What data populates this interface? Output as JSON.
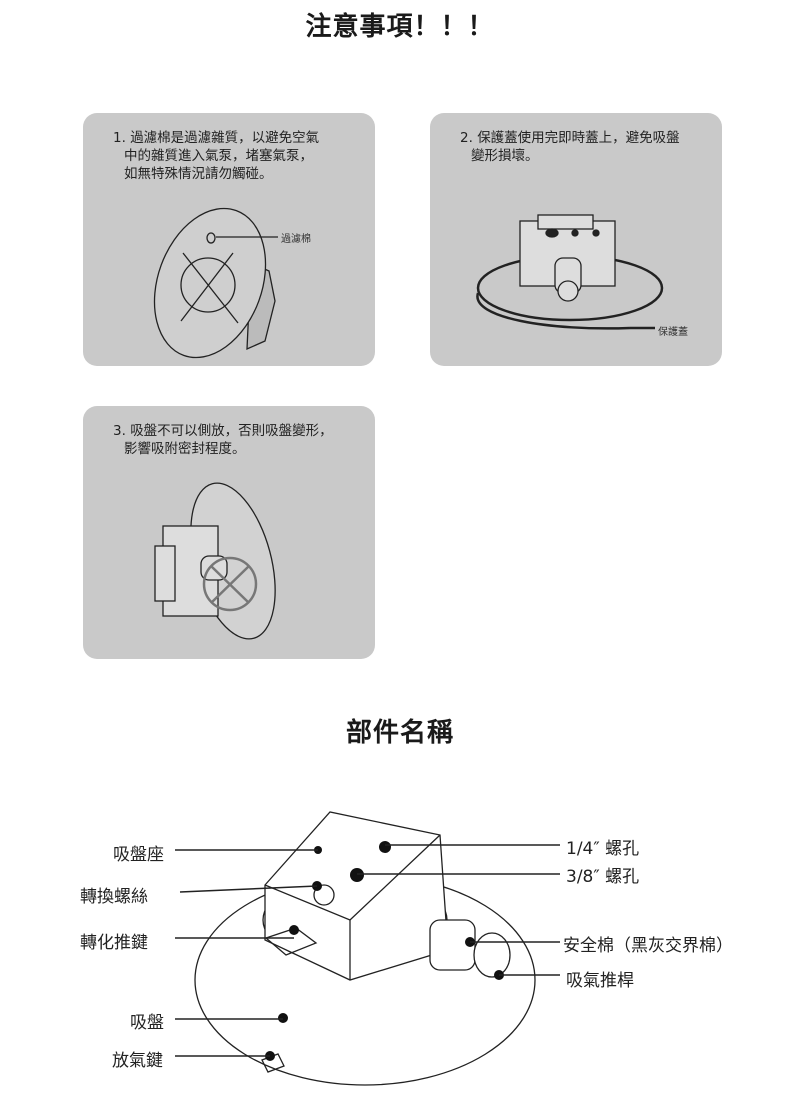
{
  "notice": {
    "title": "注意事項！！！",
    "cards": [
      {
        "number": "1.",
        "lines": [
          "過濾棉是過濾雜質，以避免空氣",
          "中的雜質進入氣泵，堵塞氣泵，",
          "如無特殊情況請勿觸碰。"
        ],
        "label": "過濾棉"
      },
      {
        "number": "2.",
        "lines": [
          "保護蓋使用完即時蓋上，避免吸盤",
          "變形損壞。"
        ],
        "label": "保護蓋"
      },
      {
        "number": "3.",
        "lines": [
          "吸盤不可以側放，否則吸盤變形，",
          "影響吸附密封程度。"
        ]
      }
    ]
  },
  "parts": {
    "title": "部件名稱",
    "left_labels": [
      "吸盤座",
      "轉換螺絲",
      "轉化推鍵",
      "吸盤",
      "放氣鍵"
    ],
    "right_labels": [
      "1/4″ 螺孔",
      "3/8″ 螺孔",
      "安全棉（黑灰交界棉）",
      "吸氣推桿"
    ]
  }
}
